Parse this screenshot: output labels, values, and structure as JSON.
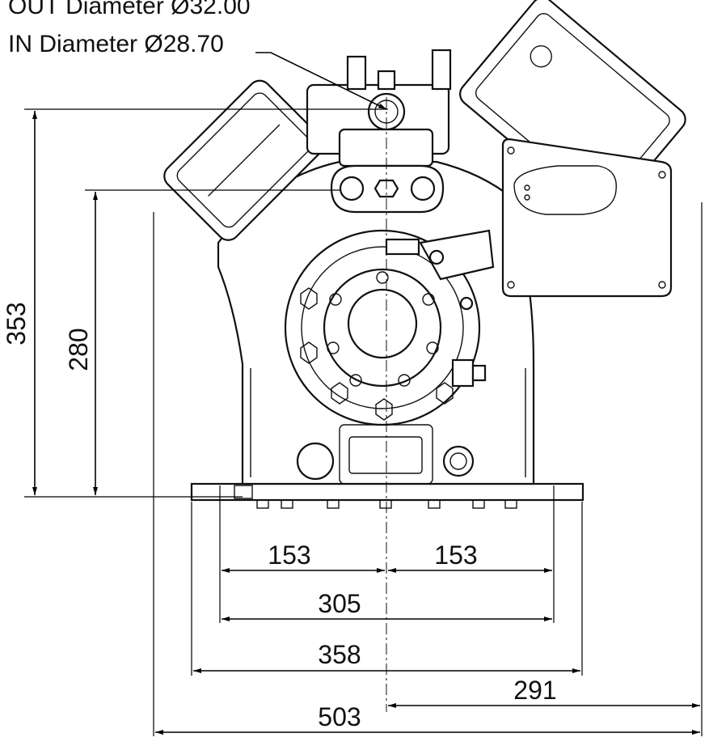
{
  "labels": {
    "out_diameter": "OUT Diameter Ø32.00",
    "in_diameter": "IN Diameter Ø28.70"
  },
  "dimensions": {
    "height_total": "353",
    "height_flange": "280",
    "half_left": "153",
    "half_right": "153",
    "foot_spacing": "305",
    "base_width": "358",
    "right_offset": "291",
    "overall_width": "503"
  }
}
